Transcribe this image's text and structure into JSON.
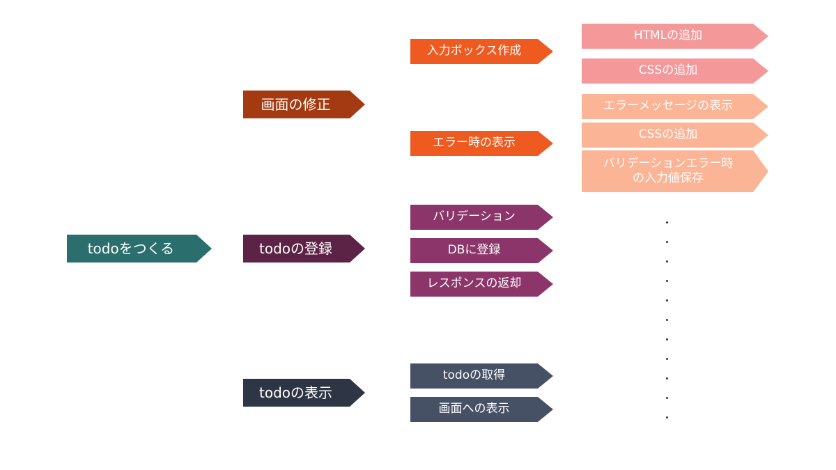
{
  "colors": {
    "root": "#2a6f6d",
    "screen_fix": "#a33a12",
    "register": "#5c2347",
    "display": "#2e3544",
    "screen_fix_child": "#ee5a1f",
    "register_child": "#8c356a",
    "display_child": "#475166",
    "input_box_child": "#f4989a",
    "error_child": "#fbb495",
    "dots": "#333333"
  },
  "root": {
    "label": "todoをつくる"
  },
  "branches": {
    "screen_fix": {
      "label": "画面の修正",
      "children": {
        "input_box": {
          "label": "入力ボックス作成",
          "children": [
            "HTMLの追加",
            "CSSの追加"
          ]
        },
        "error_display": {
          "label": "エラー時の表示",
          "children": [
            "エラーメッセージの表示",
            "CSSの追加",
            "バリデーションエラー時\nの入力値保存"
          ]
        }
      }
    },
    "register": {
      "label": "todoの登録",
      "children": [
        "バリデーション",
        "DBに登録",
        "レスポンスの返却"
      ]
    },
    "display": {
      "label": "todoの表示",
      "children": [
        "todoの取得",
        "画面への表示"
      ]
    }
  },
  "ellipsis_dots": [
    ".",
    ".",
    ".",
    ".",
    ".",
    ".",
    ".",
    ".",
    ".",
    ".",
    "."
  ]
}
